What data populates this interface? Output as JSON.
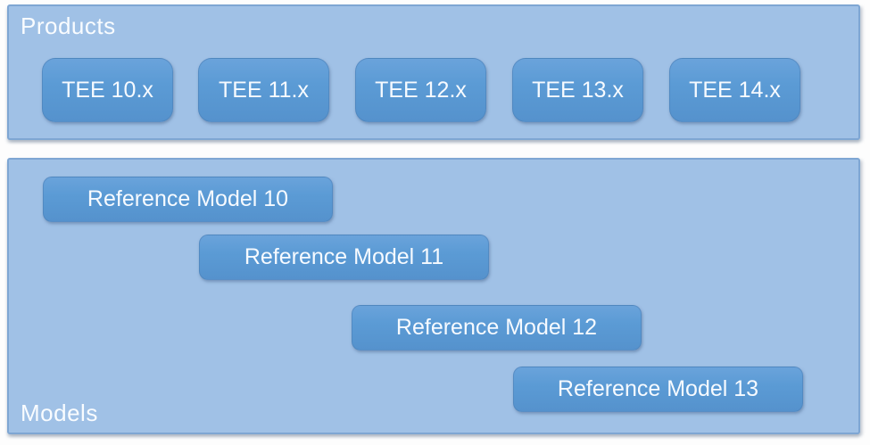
{
  "products": {
    "label": "Products",
    "items": [
      {
        "label": "TEE 10.x"
      },
      {
        "label": "TEE 11.x"
      },
      {
        "label": "TEE 12.x"
      },
      {
        "label": "TEE 13.x"
      },
      {
        "label": "TEE 14.x"
      }
    ]
  },
  "models": {
    "label": "Models",
    "items": [
      {
        "label": "Reference Model 10"
      },
      {
        "label": "Reference Model 11"
      },
      {
        "label": "Reference Model 12"
      },
      {
        "label": "Reference Model 13"
      }
    ]
  },
  "colors": {
    "panel_fill": "#a0c1e6",
    "panel_border": "#7ea6d3",
    "shape_fill": "#5b9bd5",
    "text": "#ffffff",
    "page_background": "#fdfdfd"
  }
}
